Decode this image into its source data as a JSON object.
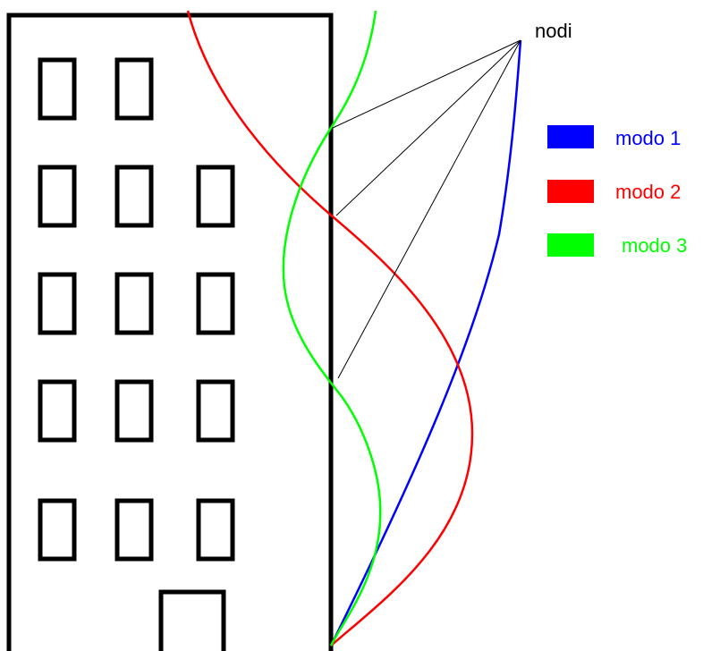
{
  "annotation": {
    "label": "nodi"
  },
  "legend": {
    "items": [
      {
        "label": "modo 1",
        "color": "#0000ff"
      },
      {
        "label": "modo 2",
        "color": "#ff0000"
      },
      {
        "label": "modo 3",
        "color": "#00ff00"
      }
    ]
  },
  "colors": {
    "building_outline": "#000000",
    "pointer_lines": "#000000",
    "background": "#ffffff"
  }
}
